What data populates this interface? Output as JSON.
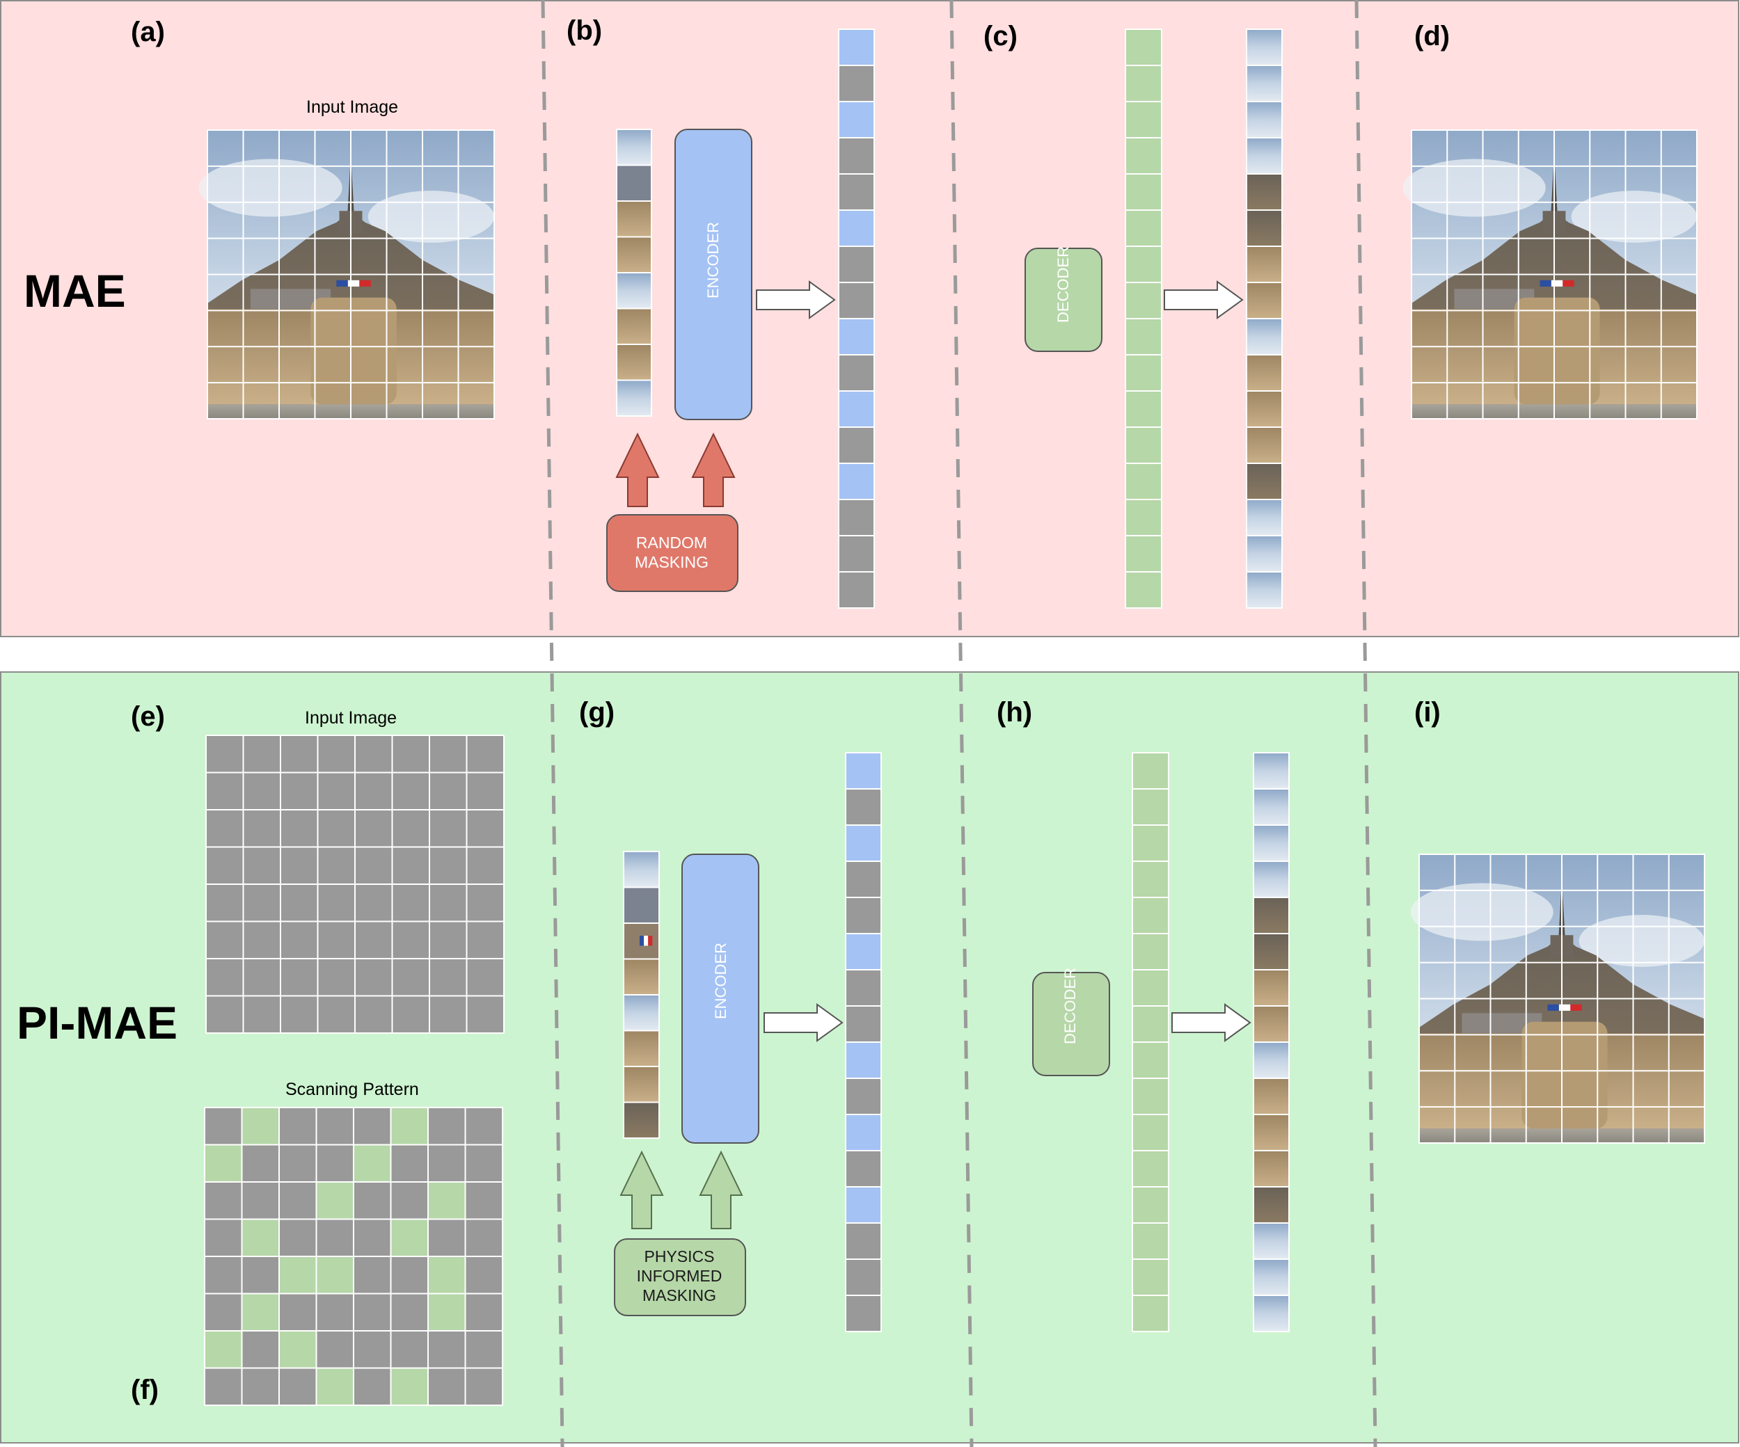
{
  "mae": {
    "title": "MAE",
    "panel_a": "(a)",
    "panel_b": "(b)",
    "panel_c": "(c)",
    "panel_d": "(d)",
    "input_caption": "Input Image",
    "encoder_label": "ENCODER",
    "decoder_label": "DECODER",
    "masking_line1": "RANDOM",
    "masking_line2": "MASKING",
    "encoder_tokens": [
      "visible",
      "masked",
      "visible",
      "masked",
      "masked",
      "visible",
      "masked",
      "masked",
      "visible",
      "masked",
      "visible",
      "masked",
      "visible",
      "masked",
      "masked",
      "masked"
    ],
    "input_strip_patches": [
      "sky",
      "spire",
      "wall",
      "wall",
      "sky",
      "wall",
      "wall",
      "sky"
    ],
    "output_strip_patches": [
      "sky",
      "sky",
      "sky",
      "sky",
      "cliff",
      "cliff",
      "wall",
      "wall",
      "sky",
      "wall",
      "wall",
      "wall",
      "cliff",
      "sky",
      "sky",
      "sky"
    ]
  },
  "pimae": {
    "title": "PI-MAE",
    "panel_e": "(e)",
    "panel_f": "(f)",
    "panel_g": "(g)",
    "panel_h": "(h)",
    "panel_i": "(i)",
    "input_caption": "Input Image",
    "scan_caption": "Scanning Pattern",
    "encoder_label": "ENCODER",
    "decoder_label": "DECODER",
    "masking_line1": "PHYSICS",
    "masking_line2": "INFORMED",
    "masking_line3": "MASKING",
    "scan_pattern": [
      [
        0,
        1,
        0,
        0,
        0,
        1,
        0,
        0
      ],
      [
        1,
        0,
        0,
        0,
        1,
        0,
        0,
        0
      ],
      [
        0,
        0,
        0,
        1,
        0,
        0,
        1,
        0
      ],
      [
        0,
        1,
        0,
        0,
        0,
        1,
        0,
        0
      ],
      [
        0,
        0,
        1,
        1,
        0,
        0,
        1,
        0
      ],
      [
        0,
        1,
        0,
        0,
        0,
        0,
        1,
        0
      ],
      [
        1,
        0,
        1,
        0,
        0,
        0,
        0,
        0
      ],
      [
        0,
        0,
        0,
        1,
        0,
        1,
        0,
        0
      ]
    ],
    "encoder_tokens": [
      "visible",
      "masked",
      "visible",
      "masked",
      "masked",
      "visible",
      "masked",
      "masked",
      "visible",
      "masked",
      "visible",
      "masked",
      "visible",
      "masked",
      "masked",
      "masked"
    ],
    "input_strip_patches": [
      "sky",
      "spire",
      "flag",
      "wall",
      "sky",
      "wall",
      "wall",
      "cliff"
    ],
    "output_strip_patches": [
      "sky",
      "sky",
      "sky",
      "sky",
      "cliff",
      "cliff",
      "wall",
      "wall",
      "sky",
      "wall",
      "wall",
      "wall",
      "cliff",
      "sky",
      "sky",
      "sky"
    ]
  },
  "colors": {
    "mae_bg": "#ffdfdf",
    "pimae_bg": "#cdf4d0",
    "encoder_blue": "#a4c2f4",
    "mask_gray": "#999999",
    "decoder_green": "#b6d7a8",
    "random_red": "#e0786a",
    "physics_green": "#b6d7a8"
  }
}
